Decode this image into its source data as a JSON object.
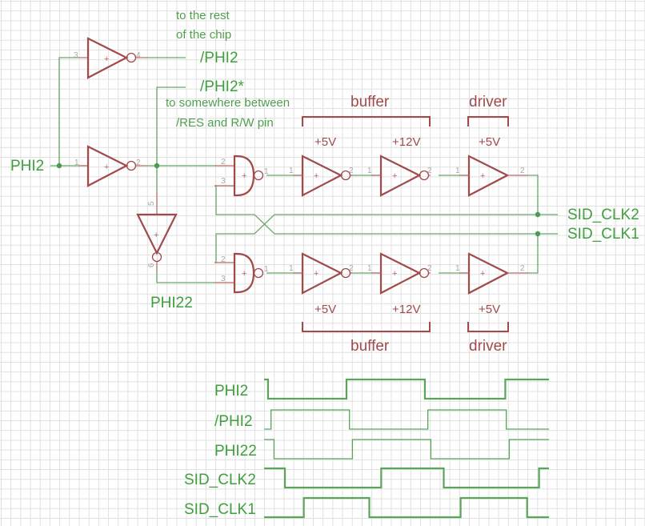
{
  "notes": {
    "rest_line1": "to the rest",
    "rest_line2": "of the chip",
    "somewhere_line1": "to somewhere between",
    "somewhere_line2": "/RES and R/W pin"
  },
  "nets": {
    "phi2_in": "PHI2",
    "nphi2": "/PHI2",
    "nphi2_star": "/PHI2*",
    "phi22": "PHI22",
    "sid_clk2": "SID_CLK2",
    "sid_clk1": "SID_CLK1"
  },
  "blocks": {
    "top_buffer": "buffer",
    "top_driver": "driver",
    "bottom_buffer": "buffer",
    "bottom_driver": "driver"
  },
  "power": {
    "top_buf1": "+5V",
    "top_buf2": "+12V",
    "top_drv": "+5V",
    "bot_buf1": "+5V",
    "bot_buf2": "+12V",
    "bot_drv": "+5V"
  },
  "pins": {
    "inv_top_in": "3",
    "inv_top_out": "4",
    "inv_main_in": "1",
    "inv_main_out": "2",
    "inv_vert_in": "5",
    "inv_vert_out": "6",
    "nand_top_a": "2",
    "nand_top_b": "3",
    "nand_top_out": "1",
    "nand_bot_a": "2",
    "nand_bot_b": "3",
    "nand_bot_out": "1",
    "in": "1",
    "out": "2"
  },
  "chart_data": {
    "type": "timing",
    "title": "",
    "time_units": "relative",
    "signals": [
      {
        "name": "PHI2",
        "initial": 1,
        "edges": [
          0.1,
          8.0,
          15.9,
          24.0
        ],
        "weight": "bold"
      },
      {
        "name": "/PHI2",
        "initial": 0,
        "edges": [
          0.4,
          8.3,
          16.2,
          24.1
        ],
        "weight": "thin"
      },
      {
        "name": "PHI22",
        "initial": 1,
        "edges": [
          0.7,
          8.6,
          16.5,
          24.4
        ],
        "weight": "thin"
      },
      {
        "name": "SID_CLK2",
        "initial": 1,
        "edges": [
          1.8,
          11.5,
          17.8,
          27.4
        ],
        "weight": "bold"
      },
      {
        "name": "SID_CLK1",
        "initial": 0,
        "edges": [
          3.7,
          10.3,
          19.5,
          26.2
        ],
        "weight": "bold"
      }
    ],
    "x_range": [
      -0.3,
      28.4
    ]
  }
}
